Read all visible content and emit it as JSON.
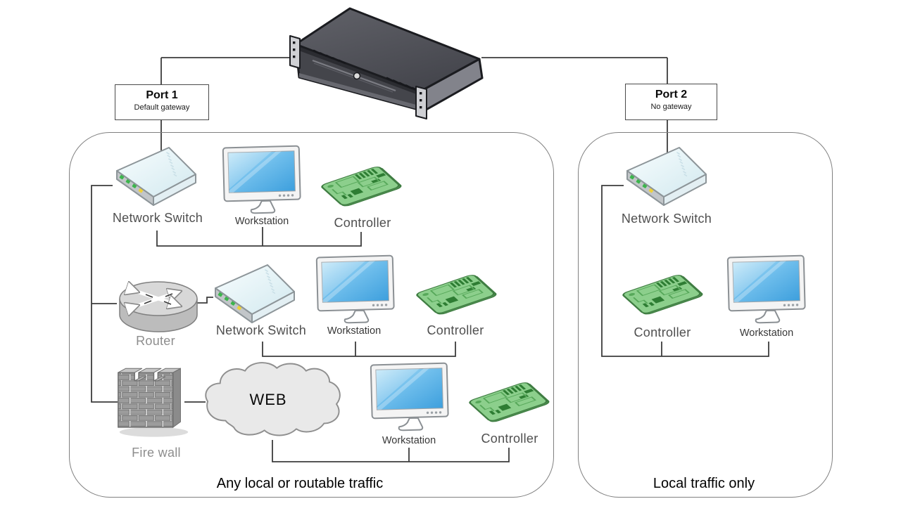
{
  "ports": {
    "port1": {
      "title": "Port 1",
      "subtitle": "Default gateway"
    },
    "port2": {
      "title": "Port 2",
      "subtitle": "No gateway"
    }
  },
  "left_zone": {
    "caption": "Any local or routable traffic",
    "row1": {
      "switch": "Network Switch",
      "workstation": "Workstation",
      "controller": "Controller"
    },
    "row2": {
      "router": "Router",
      "switch": "Network Switch",
      "workstation": "Workstation",
      "controller": "Controller"
    },
    "row3": {
      "firewall": "Fire wall",
      "cloud": "WEB",
      "workstation": "Workstation",
      "controller": "Controller"
    }
  },
  "right_zone": {
    "caption": "Local traffic only",
    "switch": "Network Switch",
    "controller": "Controller",
    "workstation": "Workstation"
  },
  "colors": {
    "screen_blue": "#45a8e1",
    "pcb_green": "#8ccf8c",
    "led_green": "#3cb54d",
    "led_yellow": "#eed23a",
    "server_gray": "#4b4c54",
    "line": "#3c3c3c",
    "zone_border": "#808080"
  }
}
